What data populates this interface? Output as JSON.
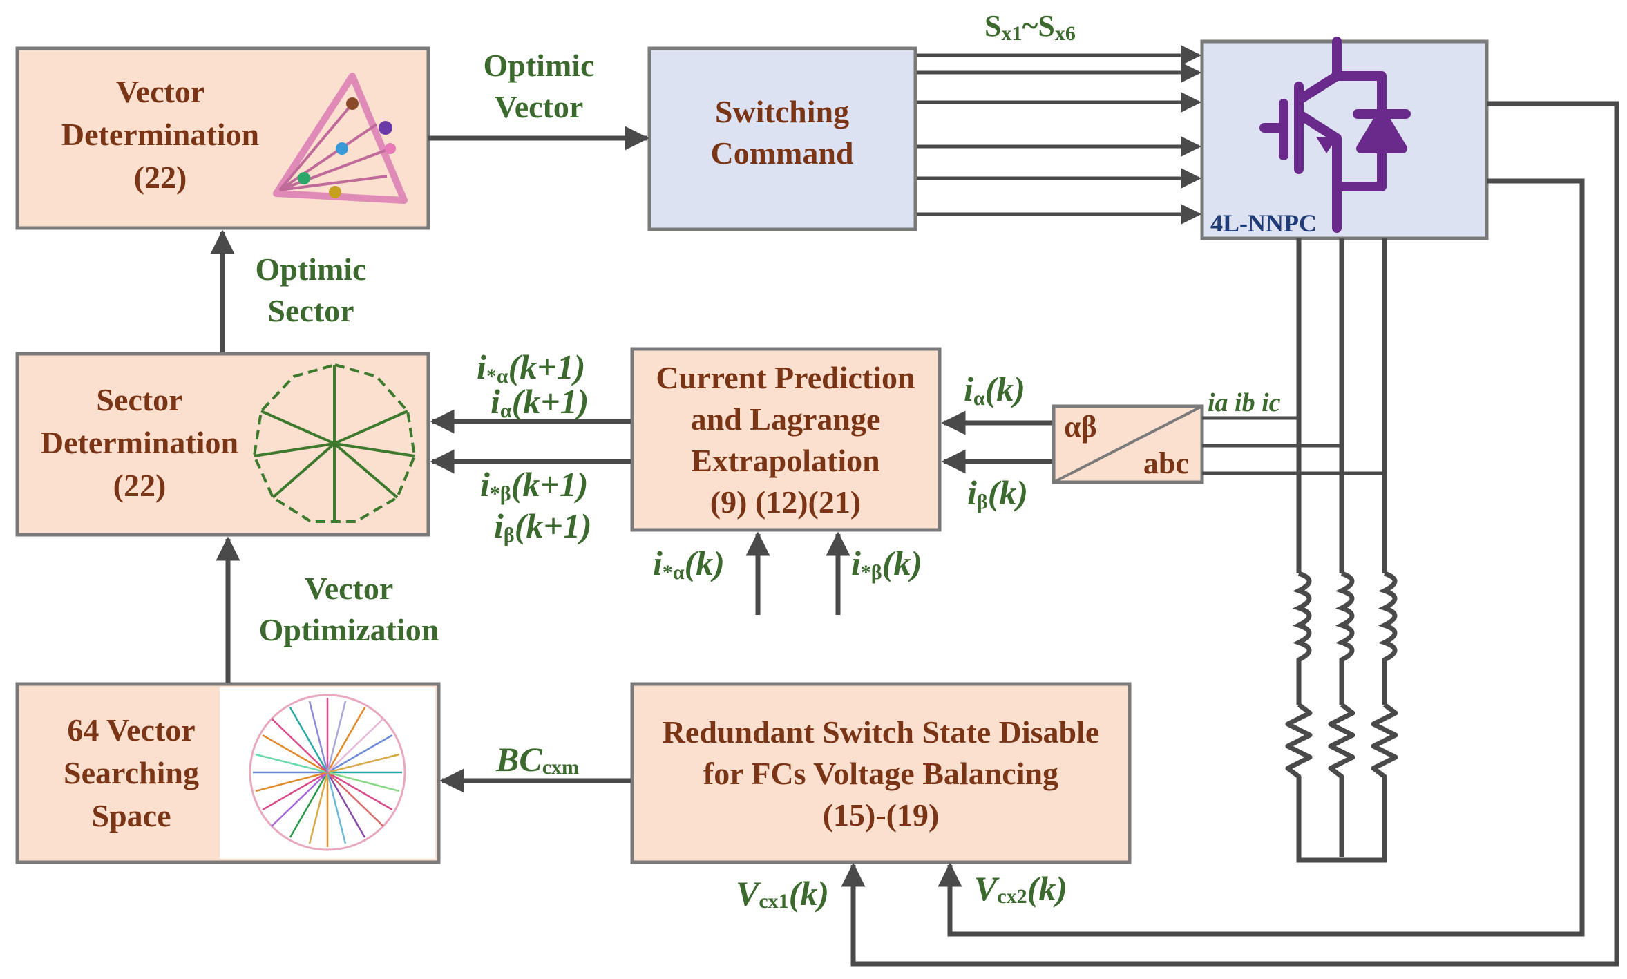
{
  "blocks": {
    "vector_det": [
      "Vector",
      "Determination",
      "(22)"
    ],
    "sector_det": [
      "Sector",
      "Determination",
      "(22)"
    ],
    "search_space": [
      "64 Vector",
      "Searching",
      "Space"
    ],
    "switching": [
      "Switching",
      "Command"
    ],
    "current_pred": [
      "Current Prediction",
      "and Lagrange",
      "Extrapolation",
      "(9) (12)(21)"
    ],
    "redundant": [
      "Redundant Switch State Disable",
      "for FCs Voltage Balancing",
      "(15)-(19)"
    ],
    "inverter_label": "4L-NNPC",
    "transform": {
      "top": "αβ",
      "bottom": "abc"
    }
  },
  "labels": {
    "optimic_vector": [
      "Optimic",
      "Vector"
    ],
    "optimic_sector": [
      "Optimic",
      "Sector"
    ],
    "vector_optimization": [
      "Vector",
      "Optimization"
    ],
    "switch_signals": {
      "main": "S",
      "sub1": "x1",
      "sep": "~S",
      "sub2": "x6"
    },
    "i_ref_alpha_next": {
      "i": "i",
      "sub": "*α",
      "arg": "(k+1)"
    },
    "i_alpha_next": {
      "i": "i",
      "sub": "α",
      "arg": "(k+1)"
    },
    "i_ref_beta_next": {
      "i": "i",
      "sub": "*β",
      "arg": "(k+1)"
    },
    "i_beta_next": {
      "i": "i",
      "sub": "β",
      "arg": "(k+1)"
    },
    "i_alpha_k": {
      "i": "i",
      "sub": "α",
      "arg": "(k)"
    },
    "i_beta_k": {
      "i": "i",
      "sub": "β",
      "arg": "(k)"
    },
    "i_ref_alpha_k": {
      "i": "i",
      "sub": "*α",
      "arg": "(k)"
    },
    "i_ref_beta_k": {
      "i": "i",
      "sub": "*β",
      "arg": "(k)"
    },
    "bc_cxm": {
      "main": "BC",
      "sub": "cxm"
    },
    "vcx1": {
      "main": "V",
      "sub": "cx1",
      "arg": "(k)"
    },
    "vcx2": {
      "main": "V",
      "sub": "cx2",
      "arg": "(k)"
    },
    "iabc": "ia ib ic"
  },
  "colors": {
    "block_fill": "#fbe0d0",
    "command_fill": "#dde2f3",
    "title_text": "#7a3516",
    "signal_text": "#3c6a2e",
    "igbt": "#6a2a8c",
    "wire": "#4a4a4a"
  }
}
